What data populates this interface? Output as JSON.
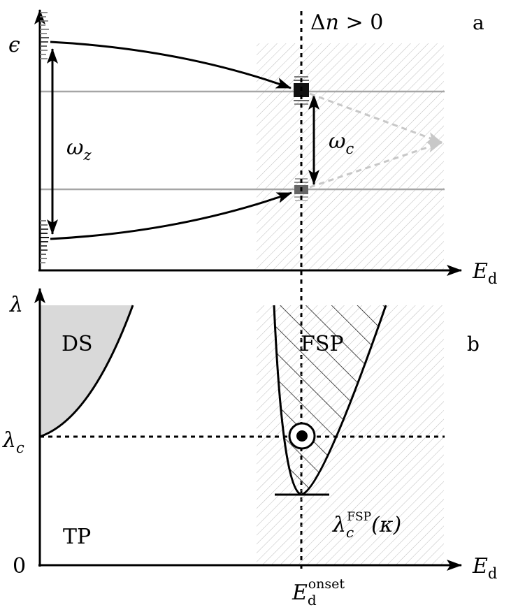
{
  "colors": {
    "ink": "#000000",
    "gray_line": "#a6a6a6",
    "light_arrow": "#c8c8c8",
    "ds_fill": "#d9d9d9",
    "hatch": "#bdbdbd"
  },
  "panel_a": {
    "label": "a",
    "header_delta": "Δ",
    "header_n": "n",
    "header_rel": " > 0",
    "y_axis": "ϵ",
    "x_axis_main": "E",
    "x_axis_sub": "d",
    "omega_z_main": "ω",
    "omega_z_sub": "z",
    "omega_c_main": "ω",
    "omega_c_sub": "c"
  },
  "panel_b": {
    "label": "b",
    "y_axis": "λ",
    "lambda_c_main": "λ",
    "lambda_c_sub": "c",
    "zero": "0",
    "x_axis_main": "E",
    "x_axis_sub": "d",
    "region_ds": "DS",
    "region_fsp": "FSP",
    "region_tp": "TP",
    "fsp_lambda_main": "λ",
    "fsp_lambda_sub": "c",
    "fsp_lambda_sup": "FSP",
    "fsp_lambda_arg": "(κ)",
    "onset_main": "E",
    "onset_sub": "d",
    "onset_sup": "onset"
  }
}
